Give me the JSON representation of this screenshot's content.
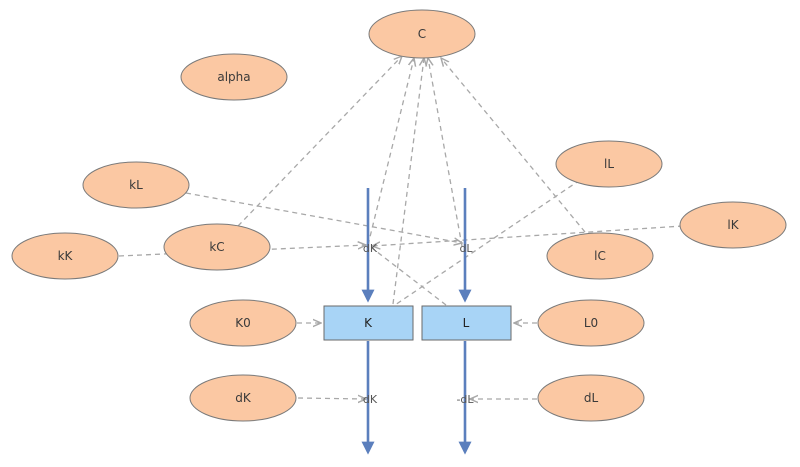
{
  "colors": {
    "aux_fill": "#fbc8a3",
    "aux_stroke": "#7a7a7a",
    "stock_fill": "#a8d4f6",
    "stock_stroke": "#6a6a6a",
    "flow": "#5b7fbd",
    "link": "#a8a8a8"
  },
  "auxiliaries": {
    "C": "C",
    "alpha": "alpha",
    "kL": "kL",
    "kK": "kK",
    "kC": "kC",
    "lL": "lL",
    "lK": "lK",
    "lC": "lC",
    "K0": "K0",
    "L0": "L0",
    "dK": "dK",
    "dL": "dL"
  },
  "stocks": {
    "K": "K",
    "L": "L"
  },
  "flows": {
    "K_in": "dK",
    "L_in": "dL",
    "K_out": "dK",
    "L_out": "-dL"
  }
}
